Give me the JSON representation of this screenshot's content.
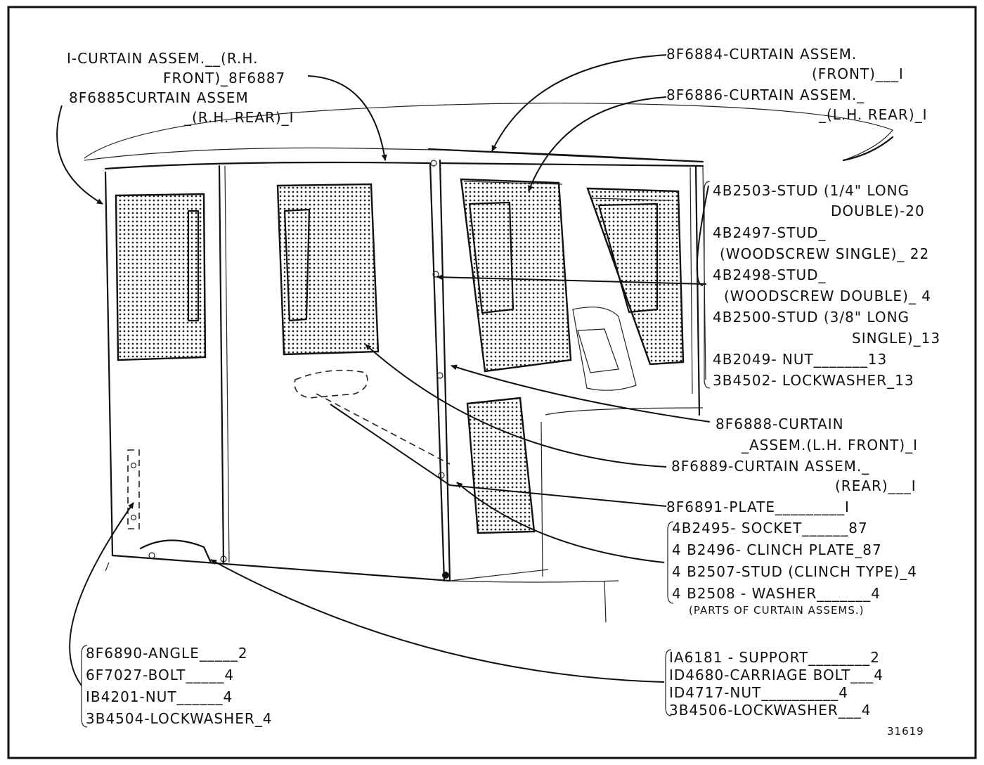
{
  "callouts": {
    "rh_front_line1": "I-CURTAIN ASSEM.__(R.H.",
    "rh_front_line2": "FRONT)_8F6887",
    "rh_rear_line1": "8F6885CURTAIN ASSEM",
    "rh_rear_line2": "_(R.H. REAR)_I",
    "front_line1": "8F6884-CURTAIN ASSEM.",
    "front_line2": "(FRONT)___I",
    "lh_rear_line1": "8F6886-CURTAIN ASSEM._",
    "lh_rear_line2": "_(L.H. REAR)_I",
    "lh_front_line1": "8F6888-CURTAIN",
    "lh_front_line2": "_ASSEM.(L.H. FRONT)_I",
    "rear_line1": "8F6889-CURTAIN ASSEM._",
    "rear_line2": "(REAR)___I",
    "plate": "8F6891-PLATE_________I"
  },
  "stud_group": [
    "4B2503-STUD (1/4\" LONG",
    "DOUBLE)-20",
    "4B2497-STUD_",
    "(WOODSCREW SINGLE)_ 22",
    "4B2498-STUD_",
    "(WOODSCREW DOUBLE)_ 4",
    "4B2500-STUD (3/8\" LONG",
    "SINGLE)_13",
    "4B2049- NUT_______13",
    "3B4502- LOCKWASHER_13"
  ],
  "socket_group": [
    "4B2495- SOCKET______87",
    "4 B2496- CLINCH PLATE_87",
    "4 B2507-STUD (CLINCH TYPE)_4",
    "4 B2508 - WASHER_______4"
  ],
  "socket_note": "(PARTS OF CURTAIN ASSEMS.)",
  "angle_group": [
    "8F6890-ANGLE_____2",
    "6F7027-BOLT_____4",
    "IB4201-NUT______4",
    "3B4504-LOCKWASHER_4"
  ],
  "support_group": [
    "IA6181 - SUPPORT________2",
    "ID4680-CARRIAGE BOLT___4",
    "ID4717-NUT__________4",
    "3B4506-LOCKWASHER___4"
  ],
  "figure_number": "31619"
}
